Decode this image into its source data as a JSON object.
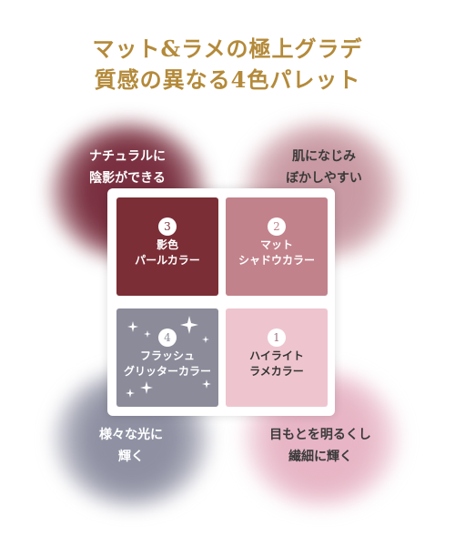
{
  "heading": {
    "line1": "マット&ラメの極上グラデ",
    "line2": "質感の異なる4色パレット",
    "color": "#b48a3a"
  },
  "blobs": {
    "top_left": {
      "line1": "ナチュラルに",
      "line2": "陰影ができる",
      "color": "#7a3040"
    },
    "top_right": {
      "line1": "肌になじみ",
      "line2": "ぼかしやすい",
      "color": "#c99aa3"
    },
    "bottom_left": {
      "line1": "様々な光に",
      "line2": "輝く",
      "color": "#8f91a3"
    },
    "bottom_right": {
      "line1": "目もとを明るくし",
      "line2": "繊細に輝く",
      "color": "#e7b5c5"
    }
  },
  "pans": [
    {
      "id": "pan-3",
      "number": "3",
      "line1": "影色",
      "line2": "パールカラー",
      "bg": "#7c2e36",
      "text_color": "#ffffff",
      "num_color": "#7c2e36"
    },
    {
      "id": "pan-2",
      "number": "2",
      "line1": "マット",
      "line2": "シャドウカラー",
      "bg": "#c2828b",
      "text_color": "#ffffff",
      "num_color": "#c2828b"
    },
    {
      "id": "pan-4",
      "number": "4",
      "line1": "フラッシュ",
      "line2": "グリッターカラー",
      "bg": "#8b8b9a",
      "text_color": "#ffffff",
      "num_color": "#8b8b9a"
    },
    {
      "id": "pan-1",
      "number": "1",
      "line1": "ハイライト",
      "line2": "ラメカラー",
      "bg": "#eec5cf",
      "text_color": "#333333",
      "num_color": "#a07080"
    }
  ],
  "sparkle_icon": "four-point-sparkle-icon"
}
